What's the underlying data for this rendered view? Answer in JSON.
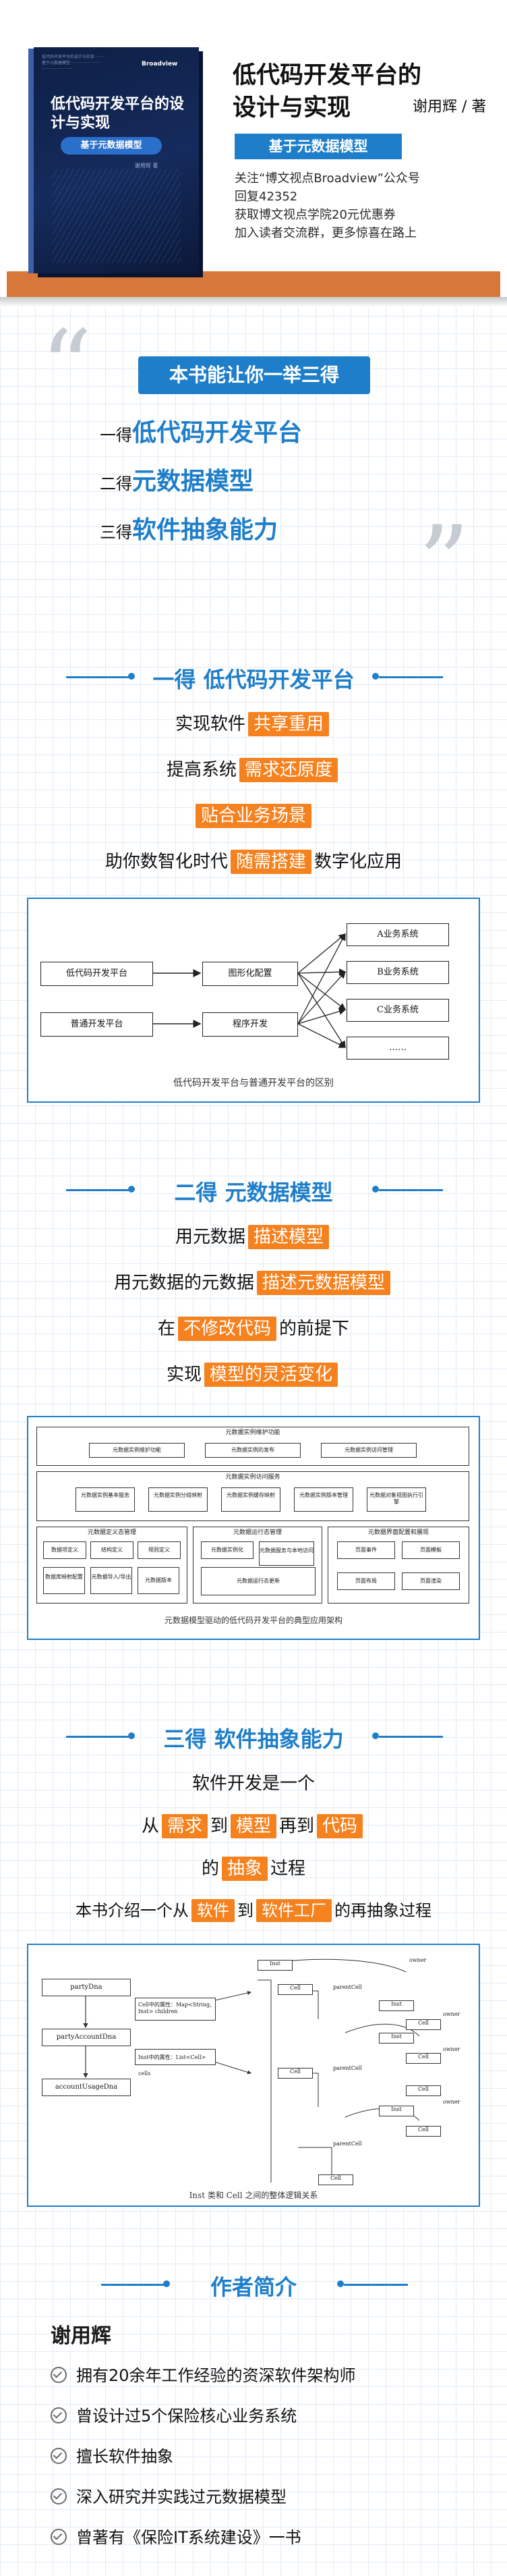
{
  "header": {
    "book": {
      "small_lines": [
        "低代码开发平台的设计与实现 ·······",
        "基于元数据模型 ·······················",
        "························"
      ],
      "brand": "Broadview",
      "title": "低代码开发平台的设计与实现",
      "subtitle": "基于元数据模型",
      "author": "谢用辉 著"
    },
    "title_line1": "低代码开发平台的",
    "title_line2": "设计与实现",
    "author": "谢用辉 / 著",
    "badge": "基于元数据模型",
    "promo": [
      "关注“博文视点Broadview”公众号",
      "回复42352",
      "获取博文视点学院20元优惠券",
      "加入读者交流群，更多惊喜在路上"
    ]
  },
  "intro": {
    "quote_open": "“",
    "quote_close": "”",
    "tag": "本书能让你一举三得",
    "lines": [
      {
        "prefix": "一得",
        "text": "低代码开发平台"
      },
      {
        "prefix": "二得",
        "text": "元数据模型"
      },
      {
        "prefix": "三得",
        "text": "软件抽象能力"
      }
    ]
  },
  "section1": {
    "heading_prefix": "一得",
    "heading": "低代码开发平台",
    "lines": [
      {
        "before": "实现软件",
        "hl": "共享重用",
        "after": ""
      },
      {
        "before": "提高系统",
        "hl": "需求还原度",
        "after": ""
      },
      {
        "before": "",
        "hl": "贴合业务场景",
        "after": ""
      },
      {
        "before": "助你数智化时代",
        "hl": "随需搭建",
        "after": "数字化应用"
      }
    ],
    "diagram": {
      "left": [
        "低代码开发平台",
        "普通开发平台"
      ],
      "middle": [
        "图形化配置",
        "程序开发"
      ],
      "right": [
        "A业务系统",
        "B业务系统",
        "C业务系统",
        "……"
      ],
      "caption": "低代码开发平台与普通开发平台的区别"
    }
  },
  "section2": {
    "heading_prefix": "二得",
    "heading": "元数据模型",
    "lines": [
      {
        "before": "用元数据",
        "hl": "描述模型",
        "after": ""
      },
      {
        "before": "用元数据的元数据",
        "hl": "描述元数据模型",
        "after": ""
      },
      {
        "before": "在",
        "hl": "不修改代码",
        "after": "的前提下"
      },
      {
        "before": "实现",
        "hl": "模型的灵活变化",
        "after": ""
      }
    ],
    "diagram": {
      "row1_title": "元数据实例维护功能",
      "row1": [
        "元数据实例维护功能",
        "元数据实例的发布",
        "元数据实例访问管理"
      ],
      "row2_title": "元数据实例访问服务",
      "row2": [
        "元数据实例基本服务",
        "元数据实例分组映射",
        "元数据实例缓存映射",
        "元数据实例版本管理",
        "元数据对象视图执行引擎"
      ],
      "b1_title": "元数据定义态管理",
      "b1": [
        "数据项定义",
        "结构定义",
        "规则定义",
        "数据库映射配置",
        "元数据导入/导出",
        "元数据版本"
      ],
      "b2_title": "元数据运行态管理",
      "b2": [
        "元数据实例化",
        "元数据服务与本地访问",
        "元数据运行态更新"
      ],
      "b3_title": "元数据界面配置和展现",
      "b3": [
        "页面事件",
        "页面模板",
        "页面布局",
        "页面渲染"
      ],
      "caption": "元数据模型驱动的低代码开发平台的典型应用架构"
    }
  },
  "section3": {
    "heading_prefix": "三得",
    "heading": "软件抽象能力",
    "line1": "软件开发是一个",
    "line2": {
      "t1": "从",
      "h1": "需求",
      "t2": "到",
      "h2": "模型",
      "t3": "再到",
      "h3": "代码"
    },
    "line3": {
      "t1": "的",
      "h1": "抽象",
      "t2": "过程"
    },
    "line4": {
      "t1": "本书介绍一个从",
      "h1": "软件",
      "t2": "到",
      "h2": "软件工厂",
      "t3": "的再抽象过程"
    },
    "diagram": {
      "left": [
        "partyDna",
        "partyAccountDna",
        "accountUsageDna"
      ],
      "mid": [
        "Cell中的属性：Map<String, Inst> children",
        "Inst中的属性：List<Cell> cells"
      ],
      "right_labels": [
        "Inst",
        "Cell",
        "Inst",
        "Cell",
        "Inst",
        "Cell",
        "Cell",
        "Cell",
        "Inst",
        "Cell",
        "Cell"
      ],
      "side_labels": [
        "owner",
        "parentCell",
        "owner",
        "owner",
        "parentCell",
        "owner",
        "parentCell"
      ],
      "caption": "Inst 类和 Cell 之间的整体逻辑关系"
    }
  },
  "author": {
    "heading": "作者简介",
    "name": "谢用辉",
    "items": [
      "拥有20余年工作经验的资深软件架构师",
      "曾设计过5个保险核心业务系统",
      "擅长软件抽象",
      "深入研究并实践过元数据模型",
      "曾著有《保险IT系统建设》一书"
    ]
  },
  "colors": {
    "accent": "#1f7ec9",
    "highlight": "#f5821f",
    "shelf": "#d8773a"
  }
}
